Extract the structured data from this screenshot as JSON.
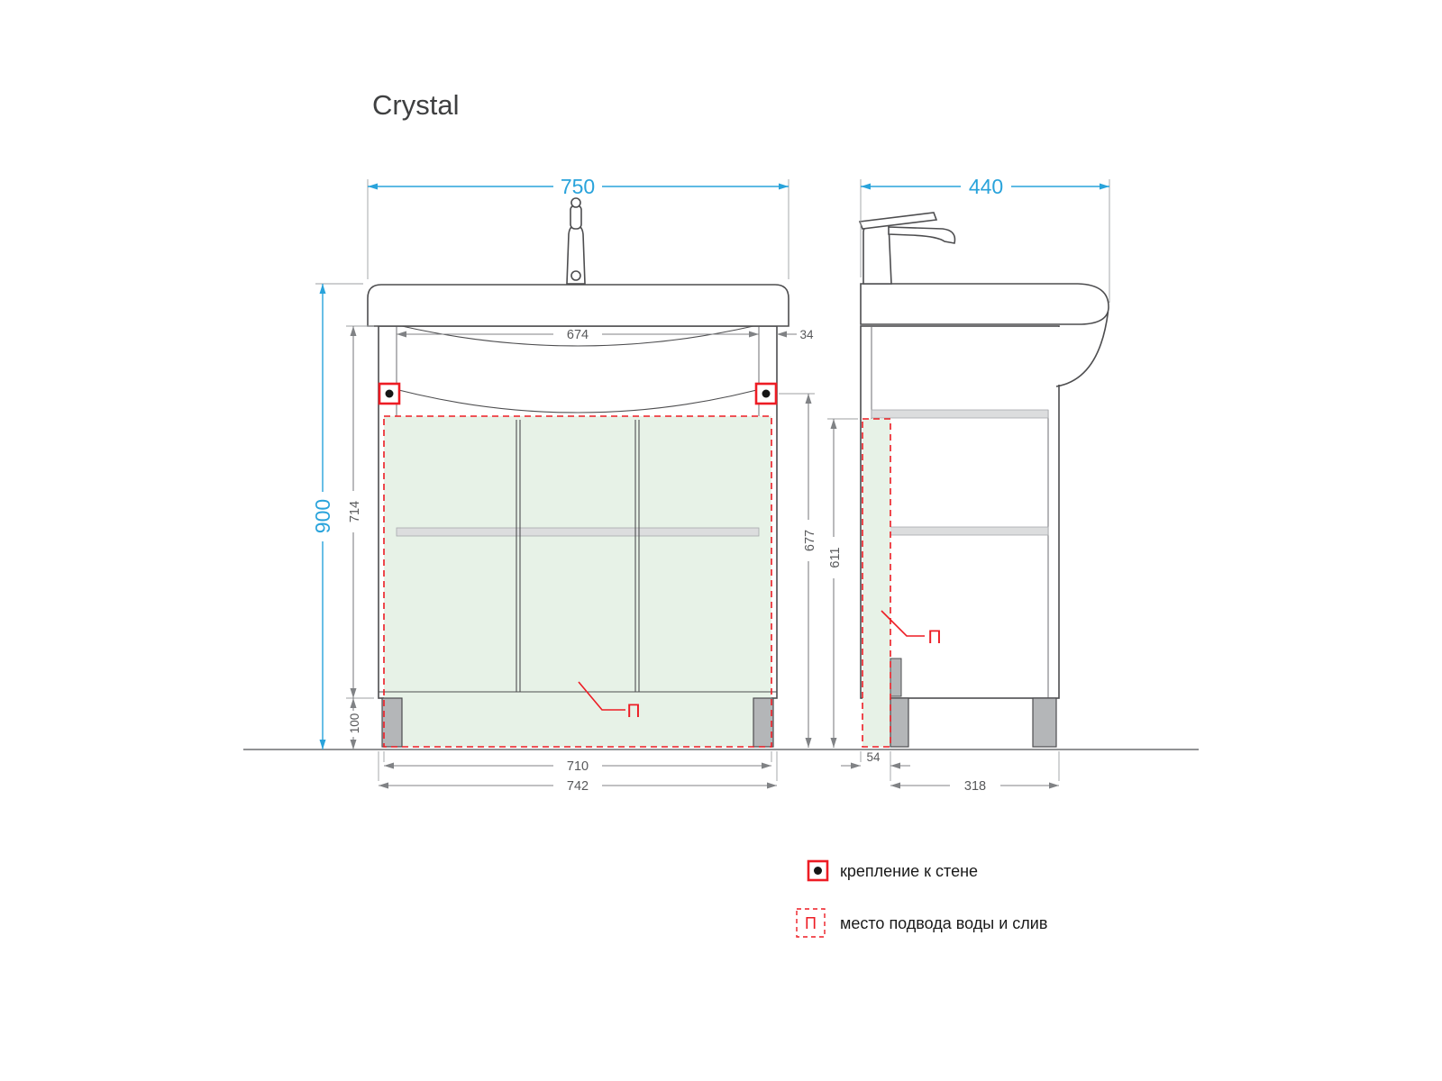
{
  "title": "Crystal",
  "colors": {
    "dimension_blue": "#29a3db",
    "dimension_gray": "#58595b",
    "outline_dark": "#4d4d4f",
    "annotation_red": "#ed1c24",
    "drain_zone_green": "#e7f2e7"
  },
  "front_view": {
    "dim_width_top": "750",
    "dim_height_total": "900",
    "dim_inner_width": "674",
    "dim_wall": "34",
    "dim_cabinet_height": "714",
    "dim_right_height": "677",
    "dim_leg_height": "100",
    "dim_bottom_inner": "710",
    "dim_bottom_outer": "742",
    "pipe_label": "П"
  },
  "side_view": {
    "dim_depth_top": "440",
    "dim_inner_height": "611",
    "dim_back_offset": "54",
    "dim_bottom_depth": "318",
    "pipe_label": "П"
  },
  "legend": {
    "wall_mount_label": "крепление к стене",
    "water_symbol": "П",
    "water_label": "место подвода воды и слив"
  }
}
